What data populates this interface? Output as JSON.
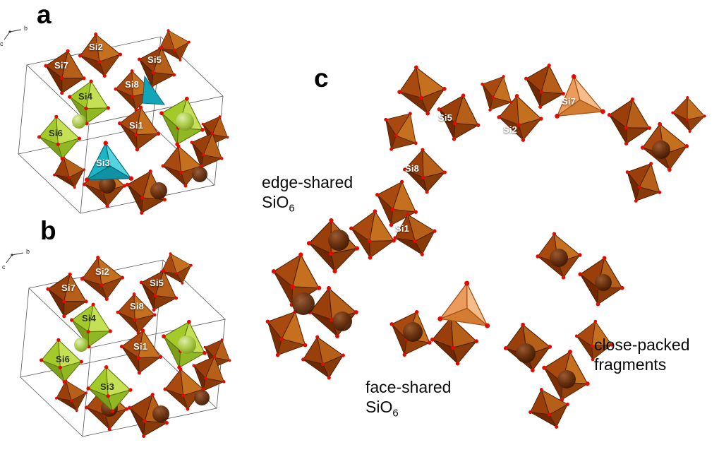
{
  "figure": {
    "panel_a": {
      "letter": "a",
      "axis": {
        "b": "b",
        "c": "c"
      },
      "sites": {
        "si1": "Si1",
        "si2": "Si2",
        "si3": "Si3",
        "si4": "Si4",
        "si5": "Si5",
        "si6": "Si6",
        "si7": "Si7",
        "si8": "Si8"
      }
    },
    "panel_b": {
      "letter": "b",
      "axis": {
        "b": "b",
        "c": "c"
      },
      "sites": {
        "si1": "Si1",
        "si2": "Si2",
        "si3": "Si3",
        "si4": "Si4",
        "si5": "Si5",
        "si6": "Si6",
        "si7": "Si7",
        "si8": "Si8"
      }
    },
    "panel_c": {
      "letter": "c",
      "sites": {
        "si1": "Si1",
        "si2": "Si2",
        "si5": "Si5",
        "si7": "Si7",
        "si8": "Si8"
      },
      "annotations": {
        "edge_shared": {
          "line1": "edge-shared",
          "formula": "SiO",
          "subscript": "6"
        },
        "face_shared": {
          "line1": "face-shared",
          "formula": "SiO",
          "subscript": "6"
        },
        "close_packed": {
          "line1": "close-packed",
          "line2": "fragments"
        }
      }
    },
    "colors": {
      "octahedra_brown": "#a8490f",
      "polyhedra_green": "#9fc52a",
      "polyhedra_cyan": "#18b4c6",
      "tetrahedra_orange": "#eb9c5c",
      "oxygen_red": "#e30b00",
      "background": "#ffffff"
    }
  }
}
